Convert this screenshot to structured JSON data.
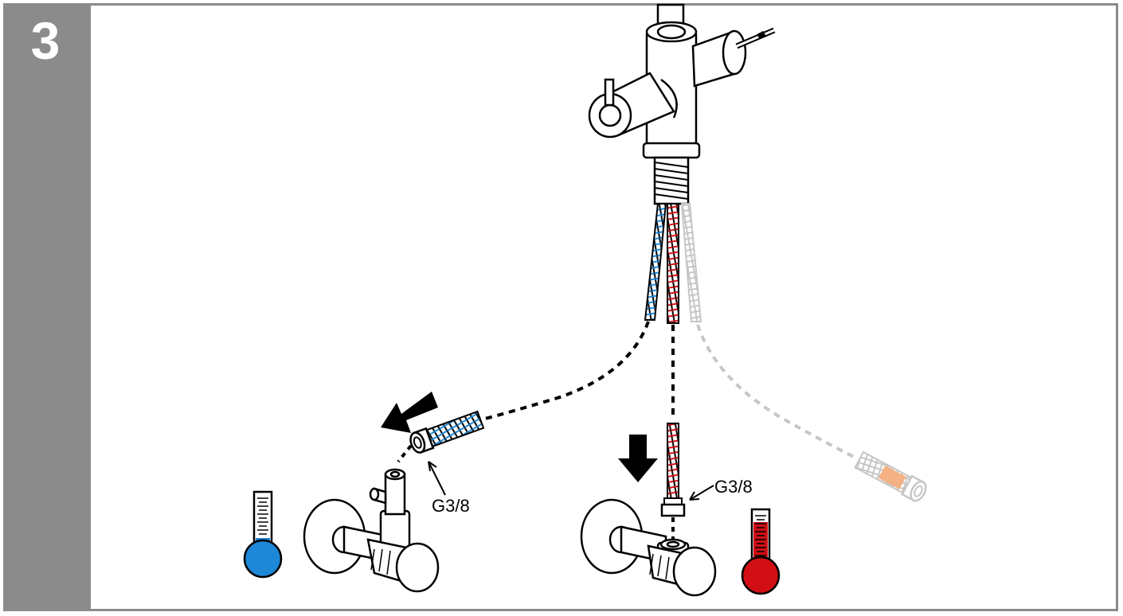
{
  "step": {
    "number": "3"
  },
  "labels": {
    "cold_connection": "G3/8",
    "hot_connection": "G3/8"
  },
  "colors": {
    "sidebar": "#8b8b8b",
    "cold": "#1e88d8",
    "hot": "#d10f14",
    "filter": "#f4b183",
    "inactive_hose": "#c6c6c6"
  },
  "icons": [
    "faucet-icon",
    "cold-hose-icon",
    "hot-hose-icon",
    "filter-hose-icon",
    "cold-angle-valve-icon",
    "hot-angle-valve-icon",
    "cold-thermometer-icon",
    "hot-thermometer-icon",
    "arrow-left-icon",
    "arrow-down-icon"
  ]
}
